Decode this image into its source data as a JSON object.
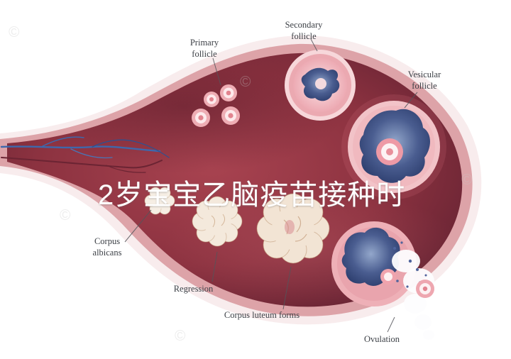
{
  "overlay": {
    "text": "2岁宝宝乙脑疫苗接种时"
  },
  "diagram": {
    "labels": {
      "primary_follicle": "Primary follicle",
      "secondary_follicle": "Secondary follicle",
      "vesicular_follicle": "Vesicular follicle",
      "corpus_albicans": "Corpus albicans",
      "regression": "Regression",
      "corpus_luteum_forms": "Corpus luteum forms",
      "ovulation": "Ovulation"
    },
    "colors": {
      "background": "#ffffff",
      "body_dark": "#802c3a",
      "body_rim": "#dda3a8",
      "follicle_pink": "#efb0b8",
      "follicle_navy": "#3d5186",
      "corpus_cream": "#f2e4d3",
      "vessel_blue": "#3e68ac",
      "label_text": "#3b3f45",
      "overlay_text": "#ffffff"
    }
  },
  "watermark": {
    "symbol": "©"
  }
}
